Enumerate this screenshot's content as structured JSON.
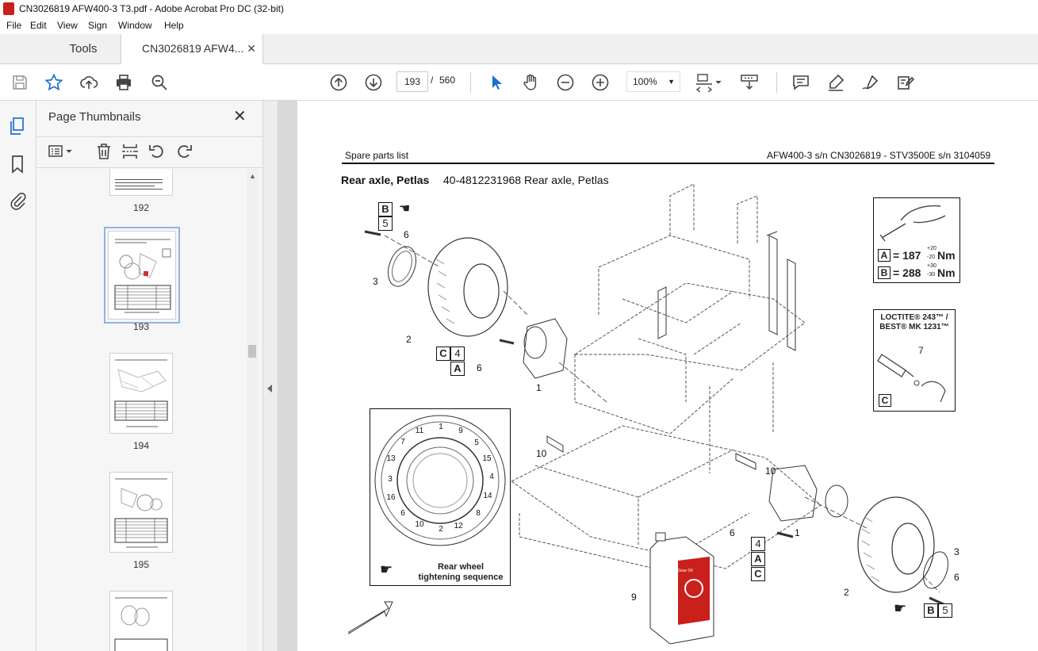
{
  "window": {
    "title": "CN3026819 AFW400-3 T3.pdf - Adobe Acrobat Pro DC (32-bit)"
  },
  "menu": [
    "File",
    "Edit",
    "View",
    "Sign",
    "Window",
    "Help"
  ],
  "tabs": {
    "tools": "Tools",
    "document": "CN3026819 AFW4...",
    "close": "✕"
  },
  "toolbar": {
    "current_page": "193",
    "page_sep": "/",
    "total_pages": "560",
    "zoom": "100%"
  },
  "panel": {
    "title": "Page Thumbnails",
    "close": "✕",
    "thumbnails": [
      {
        "label": "192"
      },
      {
        "label": "193"
      },
      {
        "label": "194"
      },
      {
        "label": "195"
      },
      {
        "label": ""
      }
    ]
  },
  "page": {
    "header_left": "Spare parts list",
    "header_right": "AFW400-3 s/n CN3026819 - STV3500E s/n 3104059",
    "title": "Rear axle, Petlas",
    "subtitle": "40-4812231968 Rear axle, Petlas",
    "torque_a_label": "A",
    "torque_a": "= 187",
    "torque_a_tol_up": "+20",
    "torque_a_tol_down": "-20",
    "torque_unit": "Nm",
    "torque_b_label": "B",
    "torque_b": "= 288",
    "torque_b_tol_up": "+30",
    "torque_b_tol_down": "-30",
    "loctite_line1": "LOCTITE® 243™ /",
    "loctite_line2": "BEST® MK 1231™",
    "loctite_item": "7",
    "loctite_box": "C",
    "wheel_caption_1": "Rear wheel",
    "wheel_caption_2": "tightening sequence",
    "bolt_sequence": [
      "1",
      "2",
      "3",
      "4",
      "5",
      "6",
      "7",
      "8",
      "9",
      "10",
      "11",
      "12",
      "13",
      "14",
      "15",
      "16"
    ],
    "callouts": [
      "1",
      "2",
      "3",
      "5",
      "6",
      "9",
      "10"
    ],
    "ref_b": "B",
    "ref_5": "5",
    "ref_c": "C",
    "ref_4": "4",
    "ref_a": "A",
    "oil_label": "Gear Oil"
  }
}
